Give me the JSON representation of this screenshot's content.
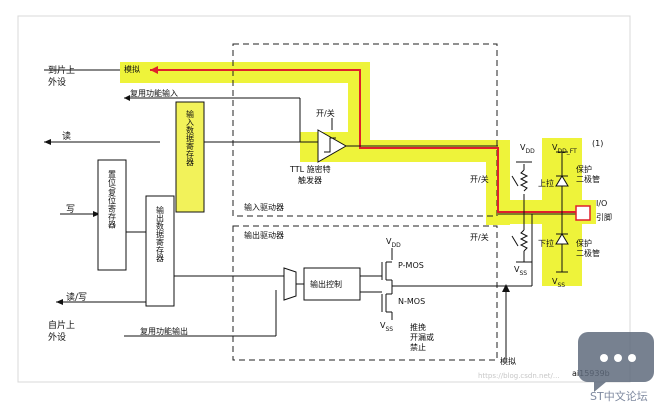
{
  "labels": {
    "to_chip_peripheral": "到片上\n外设",
    "analog_top": "模拟",
    "alt_func_input": "复用功能输入",
    "read": "读",
    "input_data_register": "输入数据寄存器",
    "on_off_top": "开/关",
    "ttl_schmitt": "TTL 施密特\n触发器",
    "write": "写",
    "bit_set_reset_register": "置位/复位寄存器",
    "output_data_register": "输出数据寄存器",
    "input_driver": "输入驱动器",
    "output_driver": "输出驱动器",
    "vdd_top": "V",
    "vdd_sub": "DD",
    "vdd_ft": "V",
    "vdd_ft_sub": "DD_FT",
    "footnote": "(1)",
    "protect_diode_top": "保护\n二极管",
    "on_off_mid": "开/关",
    "pullup": "上拉",
    "io": "I/O",
    "pin": "引脚",
    "on_off_low": "开/关",
    "pulldown": "下拉",
    "protect_diode_bottom": "保护\n二极管",
    "vss_right": "V",
    "vss_right_sub": "SS",
    "vss_left": "V",
    "vss_left_sub": "SS",
    "output_control": "输出控制",
    "vdd_out": "V",
    "vdd_out_sub": "DD",
    "pmos": "P-MOS",
    "nmos": "N-MOS",
    "vss_out": "V",
    "vss_out_sub": "SS",
    "push_pull": "推挽\n开漏或\n禁止",
    "read_write": "读/写",
    "from_chip_peripheral": "自片上\n外设",
    "alt_func_output": "复用功能输出",
    "analog_bottom": "模拟",
    "figure_id": "ai15939b"
  },
  "watermark": {
    "brand": "ST中文论坛",
    "url": "https://blog.csdn.net/..."
  },
  "colors": {
    "highlight": "#eef33a",
    "analog_path": "#e0202a",
    "register_fill": "#f2f25a",
    "watermark": "#7f8aa0"
  }
}
